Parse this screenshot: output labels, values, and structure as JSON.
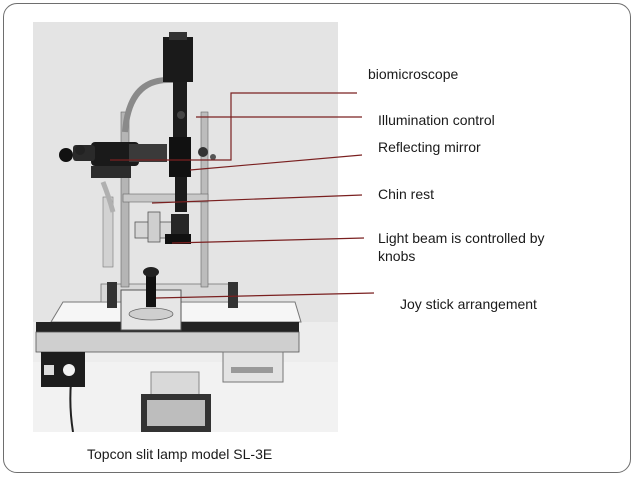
{
  "labels": {
    "biomicroscope": "biomicroscope",
    "illumination_control": "Illumination control",
    "reflecting_mirror": "Reflecting mirror",
    "chin_rest": "Chin rest",
    "light_beam_line1": "Light beam is controlled by",
    "light_beam_line2": "knobs",
    "joystick": "Joy stick arrangement"
  },
  "caption": "Topcon slit lamp model SL-3E",
  "colors": {
    "frame": "#6e6e6e",
    "leader_line": "#7a2020",
    "text": "#1a1a1a"
  }
}
